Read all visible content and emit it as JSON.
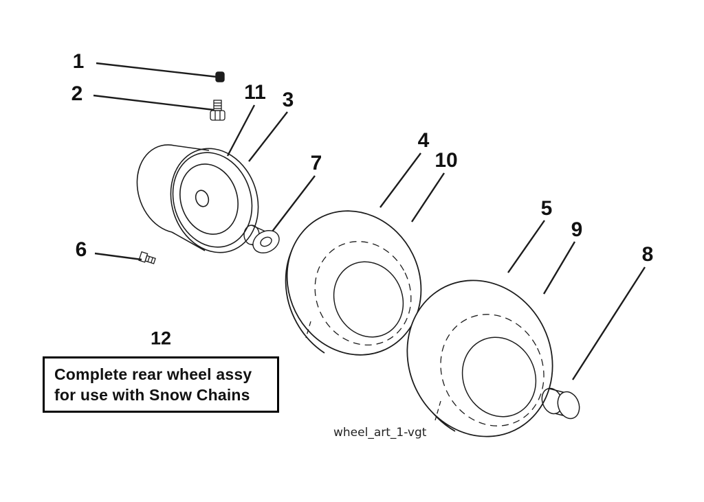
{
  "diagram": {
    "watermark": "wheel_art_1-vgt",
    "note_box": {
      "callout": "12",
      "line1": "Complete rear wheel assy",
      "line2": "for use with Snow Chains"
    },
    "callouts": [
      {
        "id": "part-1",
        "label": "1"
      },
      {
        "id": "part-2",
        "label": "2"
      },
      {
        "id": "part-11",
        "label": "11"
      },
      {
        "id": "part-3",
        "label": "3"
      },
      {
        "id": "part-7",
        "label": "7"
      },
      {
        "id": "part-4",
        "label": "4"
      },
      {
        "id": "part-10",
        "label": "10"
      },
      {
        "id": "part-5",
        "label": "5"
      },
      {
        "id": "part-9",
        "label": "9"
      },
      {
        "id": "part-8",
        "label": "8"
      },
      {
        "id": "part-6",
        "label": "6"
      }
    ]
  }
}
